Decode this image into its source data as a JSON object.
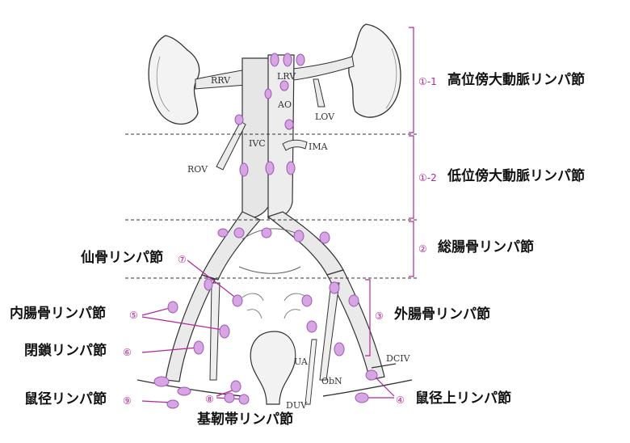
{
  "colors": {
    "accent": "#b0279a",
    "node_fill": "#d7a4e4",
    "node_stroke": "#9d59b5",
    "vessel_fill": "#ebebeb",
    "outline": "#333333"
  },
  "vessels": {
    "rrv": "RRV",
    "lrv": "LRV",
    "ao": "AO",
    "lov": "LOV",
    "ivc": "IVC",
    "ima": "IMA",
    "rov": "ROV",
    "ua": "UA",
    "obn": "ObN",
    "duv": "DUV",
    "dciv": "DCIV"
  },
  "regions": [
    {
      "num": "①-1",
      "label": "高位傍大動脈リンパ節"
    },
    {
      "num": "①-2",
      "label": "低位傍大動脈リンパ節"
    },
    {
      "num": "②",
      "label": "総腸骨リンパ節"
    },
    {
      "num": "③",
      "label": "外腸骨リンパ節"
    },
    {
      "num": "④",
      "label": "鼠径上リンパ節"
    }
  ],
  "left_labels": [
    {
      "num": "⑦",
      "label": "仙骨リンパ節"
    },
    {
      "num": "⑤",
      "label": "内腸骨リンパ節"
    },
    {
      "num": "⑥",
      "label": "閉鎖リンパ節"
    },
    {
      "num": "⑨",
      "label": "鼠径リンパ節"
    },
    {
      "num": "⑧",
      "label": "基靭帯リンパ節"
    }
  ]
}
